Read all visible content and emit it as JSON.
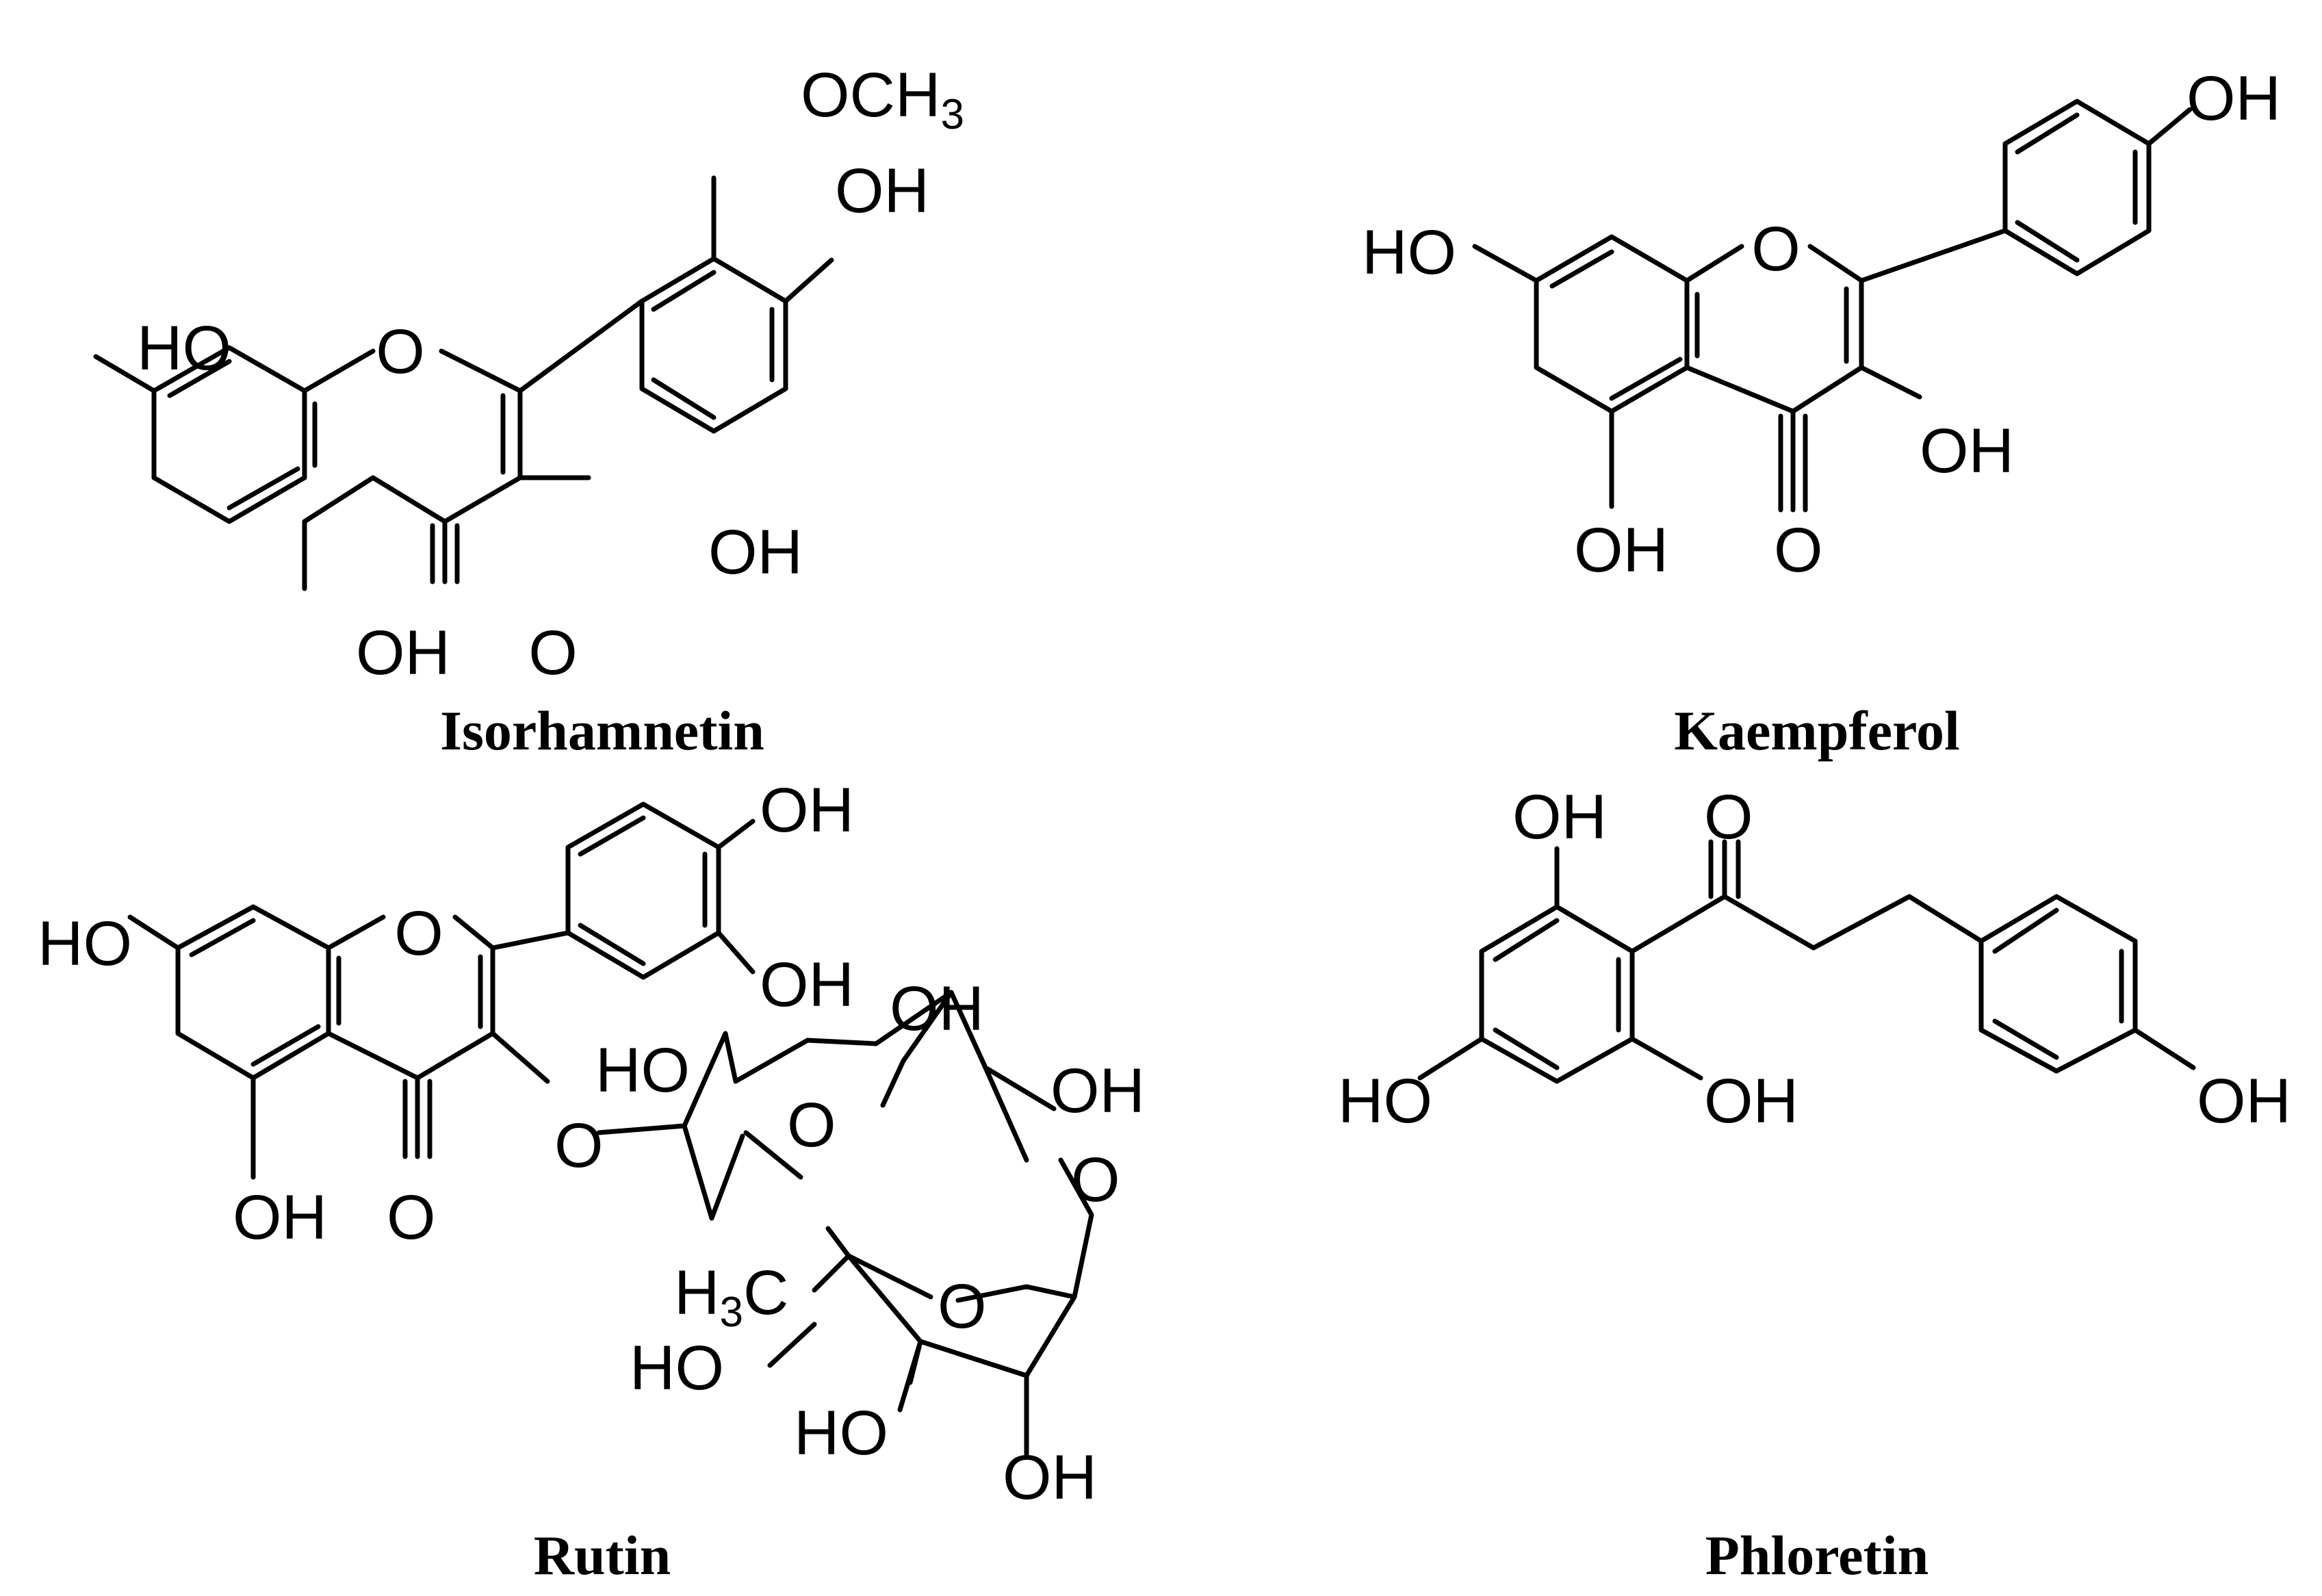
{
  "compounds": [
    {
      "name": "Isorhamnetin",
      "substituents": [
        "OCH",
        "3",
        "OH",
        "HO",
        "O",
        "OH",
        "OH",
        "O"
      ]
    },
    {
      "name": "Kaempferol",
      "substituents": [
        "OH",
        "HO",
        "O",
        "OH",
        "OH",
        "O"
      ]
    },
    {
      "name": "Rutin",
      "substituents": [
        "OH",
        "OH",
        "HO",
        "O",
        "OH",
        "HO",
        "OH",
        "O",
        "O",
        "O",
        "OH",
        "O",
        "H",
        "3",
        "C",
        "O",
        "HO",
        "HO",
        "OH"
      ]
    },
    {
      "name": "Phloretin",
      "substituents": [
        "OH",
        "O",
        "HO",
        "OH",
        "OH"
      ]
    }
  ]
}
